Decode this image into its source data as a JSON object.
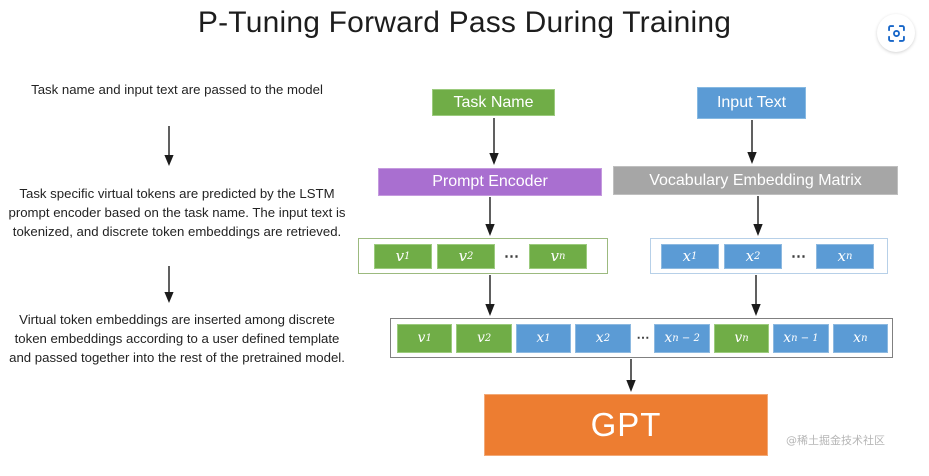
{
  "title": "P-Tuning Forward Pass During Training",
  "scan_button": {
    "icon": "scan-lens-icon",
    "color": "#1766c8"
  },
  "watermark": "@稀土掘金技术社区",
  "left_notes": [
    {
      "id": "note-1",
      "text": "Task name and input text are passed to the model"
    },
    {
      "id": "note-2",
      "text": "Task specific virtual tokens are predicted by the LSTM prompt encoder based on the task name. The input text is tokenized, and discrete token embeddings are retrieved."
    },
    {
      "id": "note-3",
      "text": "Virtual token embeddings are inserted among discrete token embeddings according to a user defined template and passed together into the rest of the pretrained model."
    }
  ],
  "nodes": {
    "task_name": {
      "label": "Task Name",
      "color": "#70ad47"
    },
    "input_text": {
      "label": "Input Text",
      "color": "#5b9bd5"
    },
    "prompt_encoder": {
      "label": "Prompt Encoder",
      "color": "#a96fd0"
    },
    "vocab_matrix": {
      "label": "Vocabulary Embedding Matrix",
      "color": "#a6a6a6"
    },
    "gpt": {
      "label": "GPT",
      "color": "#ed7d31"
    }
  },
  "virtual_token_strip": {
    "name": "virtual-token-sequence",
    "tokens": [
      {
        "base": "v",
        "sub": "1",
        "kind": "green"
      },
      {
        "base": "v",
        "sub": "2",
        "kind": "green"
      },
      {
        "base": "⋯",
        "sub": "",
        "kind": "ellipsis"
      },
      {
        "base": "v",
        "sub": "n",
        "kind": "green"
      }
    ]
  },
  "discrete_token_strip": {
    "name": "discrete-token-sequence",
    "tokens": [
      {
        "base": "x",
        "sub": "1",
        "kind": "blue"
      },
      {
        "base": "x",
        "sub": "2",
        "kind": "blue"
      },
      {
        "base": "⋯",
        "sub": "",
        "kind": "ellipsis"
      },
      {
        "base": "x",
        "sub": "n",
        "kind": "blue"
      }
    ]
  },
  "combined_token_strip": {
    "name": "combined-token-sequence",
    "tokens": [
      {
        "base": "v",
        "sub": "1",
        "kind": "green"
      },
      {
        "base": "v",
        "sub": "2",
        "kind": "green"
      },
      {
        "base": "x",
        "sub": "1",
        "kind": "blue"
      },
      {
        "base": "x",
        "sub": "2",
        "kind": "blue"
      },
      {
        "base": "⋯",
        "sub": "",
        "kind": "ellipsis"
      },
      {
        "base": "x",
        "sub": "n − 2",
        "kind": "blue"
      },
      {
        "base": "v",
        "sub": "n",
        "kind": "green"
      },
      {
        "base": "x",
        "sub": "n − 1",
        "kind": "blue"
      },
      {
        "base": "x",
        "sub": "n",
        "kind": "blue"
      }
    ]
  },
  "arrows": [
    {
      "name": "arrow-note1-to-note2"
    },
    {
      "name": "arrow-note2-to-note3"
    },
    {
      "name": "arrow-task-name-to-prompt-encoder"
    },
    {
      "name": "arrow-input-text-to-vocab-matrix"
    },
    {
      "name": "arrow-prompt-encoder-to-virtual-tokens"
    },
    {
      "name": "arrow-vocab-matrix-to-discrete-tokens"
    },
    {
      "name": "arrow-virtual-tokens-to-combined"
    },
    {
      "name": "arrow-discrete-tokens-to-combined"
    },
    {
      "name": "arrow-combined-to-gpt"
    }
  ]
}
